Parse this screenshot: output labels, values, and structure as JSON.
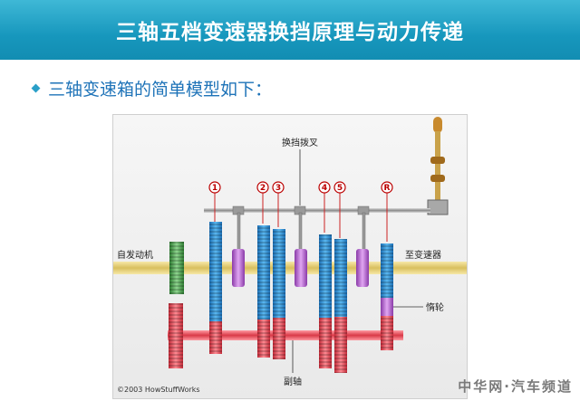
{
  "title": "三轴五档变速器换挡原理与动力传递",
  "bullet": "三轴变速箱的简单模型如下：",
  "diagram": {
    "labels": {
      "shift_fork": "换挡拨叉",
      "engine": "自发动机",
      "to_transmission": "至变速器",
      "idler": "惰轮",
      "countershaft": "副轴",
      "copyright": "©2003 HowStuffWorks"
    },
    "gear_numbers": [
      "1",
      "2",
      "3",
      "4",
      "5",
      "R"
    ],
    "colors": {
      "blue_gear": "#2f8fd8",
      "red_gear": "#e8505c",
      "purple_collar": "#b45fd0",
      "green_gear": "#4caa4c",
      "shaft": "#e8d27a",
      "lever": "#c88a2e"
    }
  },
  "watermark": "中华网·汽车频道"
}
